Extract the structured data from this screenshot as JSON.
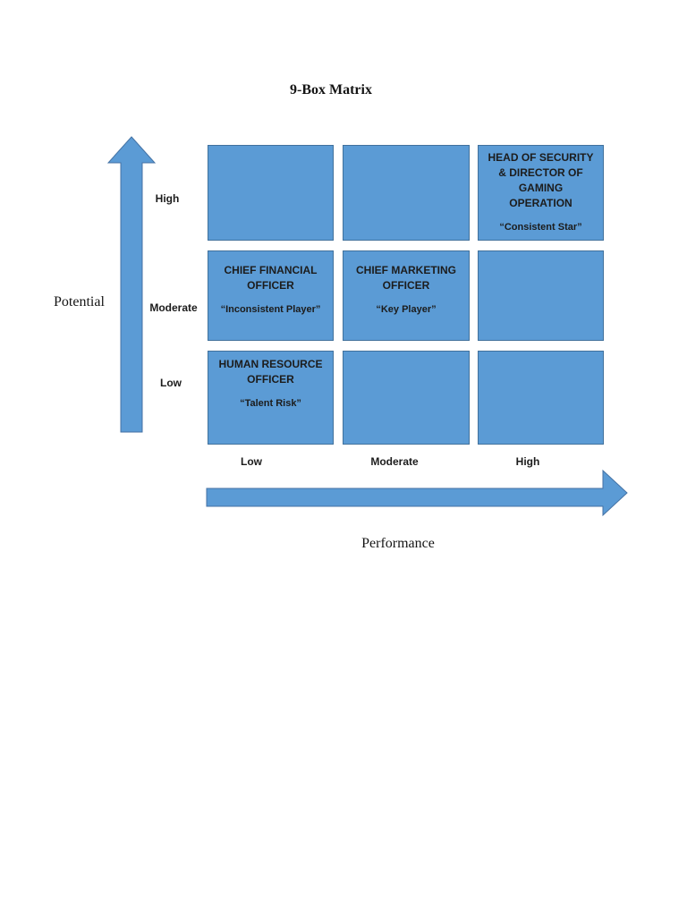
{
  "page": {
    "title": "9-Box Matrix"
  },
  "y_axis": {
    "label": "Potential",
    "ticks": [
      "High",
      "Moderate",
      "Low"
    ]
  },
  "x_axis": {
    "label": "Performance",
    "ticks": [
      "Low",
      "Moderate",
      "High"
    ]
  },
  "matrix": {
    "rows": [
      {
        "potential": "High",
        "cells": [
          {
            "performance": "Low",
            "title": "",
            "subtitle": ""
          },
          {
            "performance": "Moderate",
            "title": "",
            "subtitle": ""
          },
          {
            "performance": "High",
            "title": "HEAD OF SECURITY\n& DIRECTOR OF\nGAMING\nOPERATION",
            "subtitle": "“Consistent Star”"
          }
        ]
      },
      {
        "potential": "Moderate",
        "cells": [
          {
            "performance": "Low",
            "title": "CHIEF FINANCIAL\nOFFICER",
            "subtitle": "“Inconsistent Player”"
          },
          {
            "performance": "Moderate",
            "title": "CHIEF MARKETING\nOFFICER",
            "subtitle": "“Key Player”"
          },
          {
            "performance": "High",
            "title": "",
            "subtitle": ""
          }
        ]
      },
      {
        "potential": "Low",
        "cells": [
          {
            "performance": "Low",
            "title": "HUMAN RESOURCE\nOFFICER",
            "subtitle": "“Talent Risk”"
          },
          {
            "performance": "Moderate",
            "title": "",
            "subtitle": ""
          },
          {
            "performance": "High",
            "title": "",
            "subtitle": ""
          }
        ]
      }
    ]
  },
  "colors": {
    "box_fill": "#5b9bd5",
    "box_border": "#41719c",
    "arrow_fill": "#5b9bd5",
    "arrow_border": "#4472a4",
    "text": "#1c1c1c"
  }
}
